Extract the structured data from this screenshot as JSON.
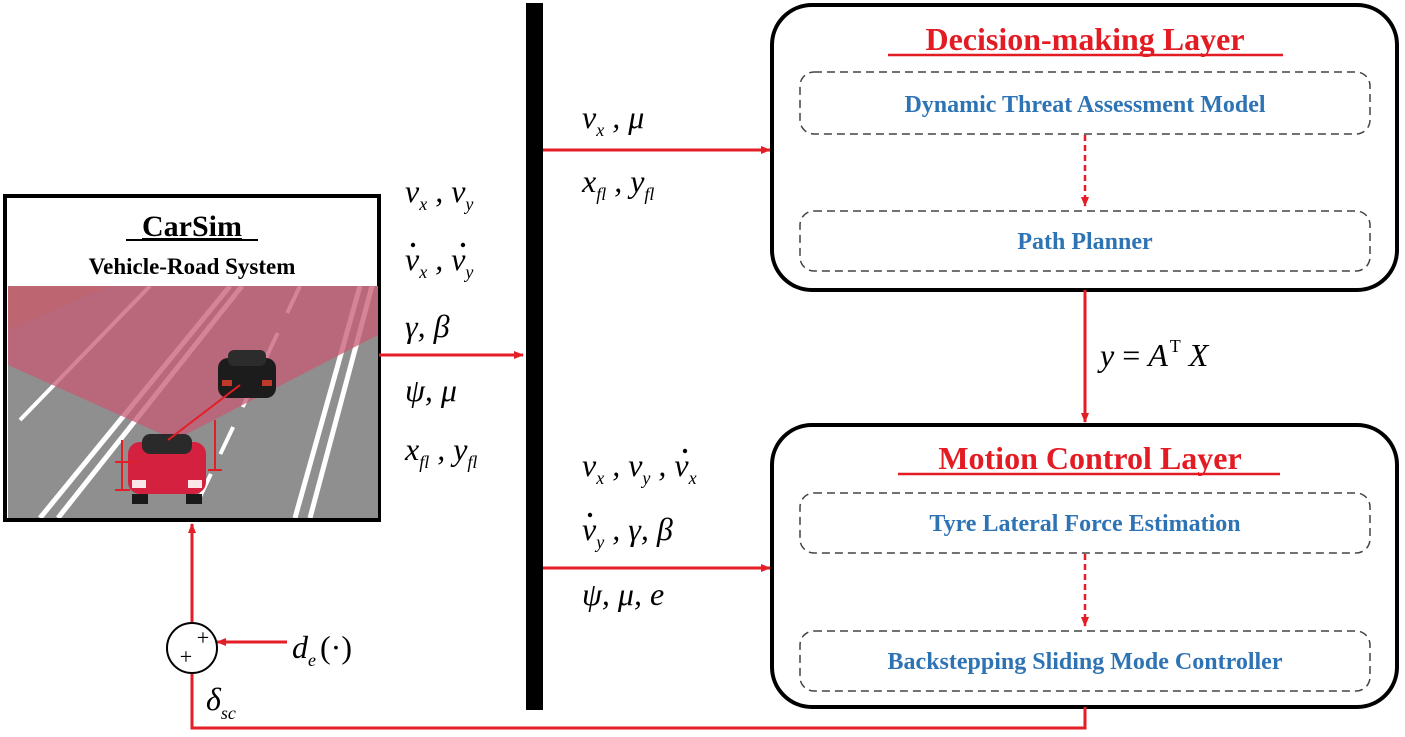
{
  "colors": {
    "arrow": "#e41e26",
    "module_text": "#2e74b5",
    "layer_title": "#e31b23",
    "road": "#8c8c8c",
    "detection_zone": "#c75a74",
    "car": "#d3213f"
  },
  "carsim": {
    "title": "CarSim",
    "subtitle": "Vehicle-Road System"
  },
  "decision_layer": {
    "title": "Decision-making Layer",
    "module_1": "Dynamic Threat Assessment Model",
    "module_2": "Path Planner"
  },
  "motion_layer": {
    "title": "Motion Control Layer",
    "module_1": "Tyre Lateral Force Estimation",
    "module_2": "Backstepping Sliding Mode Controller"
  },
  "signals": {
    "carsim_out": {
      "row1": {
        "a": "v",
        "a_sub": "x",
        "b": "v",
        "b_sub": "y"
      },
      "row2": {
        "a": "v",
        "a_sub": "x",
        "b": "v",
        "b_sub": "y"
      },
      "row3": "γ, β",
      "row4": "ψ, μ",
      "row5": {
        "a": "x",
        "a_sub": "fl",
        "b": "y",
        "b_sub": "fl"
      }
    },
    "to_decision": {
      "row1": {
        "a": "v",
        "a_sub": "x",
        "b": "μ"
      },
      "row2": {
        "a": "x",
        "a_sub": "fl",
        "b": "y",
        "b_sub": "fl"
      }
    },
    "to_motion": {
      "row1": {
        "a": "v",
        "a_sub": "x",
        "b": "v",
        "b_sub": "y",
        "c": "v",
        "c_sub": "x"
      },
      "row2": {
        "a": "v",
        "a_sub": "y",
        "rest": "γ, β"
      },
      "row3": "ψ, μ, e"
    },
    "between_layers": {
      "lhs": "y",
      "eq": "=",
      "A": "A",
      "T": "T",
      "X": "X"
    },
    "disturbance": {
      "d": "d",
      "d_sub": "e",
      "arg": "(·)"
    },
    "steering": {
      "delta": "δ",
      "delta_sub": "sc"
    },
    "summer": {
      "plus_top": "+",
      "plus_bottom": "+"
    }
  }
}
